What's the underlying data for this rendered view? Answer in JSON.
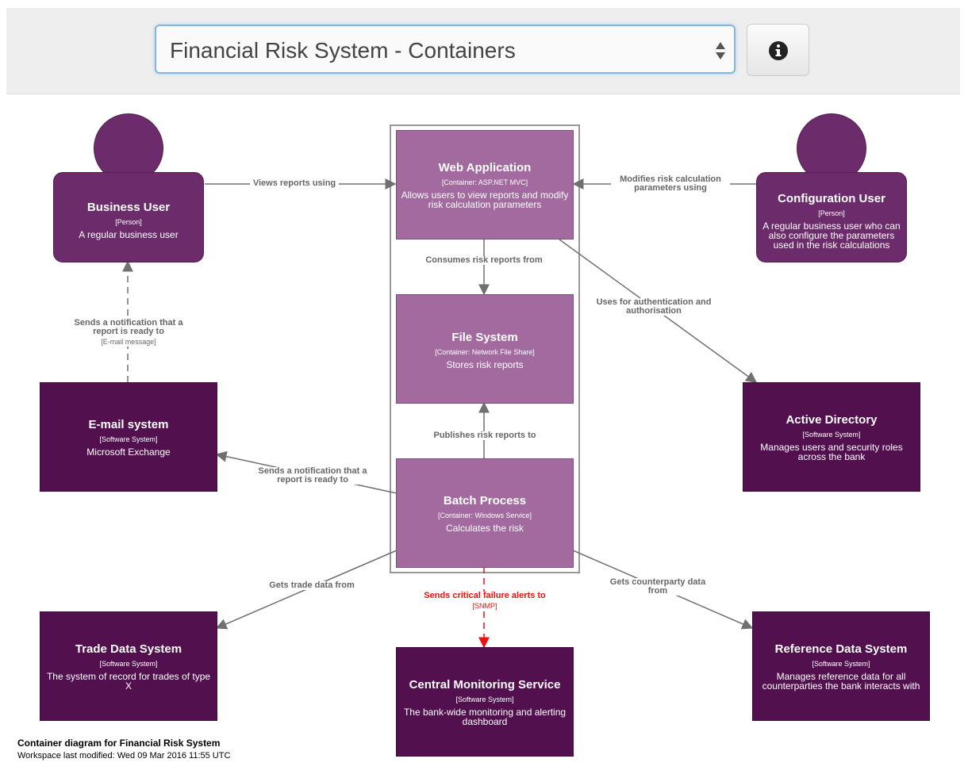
{
  "toolbar": {
    "selected_view": "Financial Risk System - Containers",
    "info_icon": "info-circle-icon",
    "select_icon": "up-down-arrows-icon"
  },
  "colors": {
    "person": "#6c2b6a",
    "container": "#a36a9f",
    "software_system": "#52104f",
    "relationship": "#707070",
    "alert_relationship": "#ee1111"
  },
  "elements": {
    "business_user": {
      "name": "Business User",
      "type": "[Person]",
      "description": "A regular business user"
    },
    "configuration_user": {
      "name": "Configuration User",
      "type": "[Person]",
      "description": "A regular business user who can also configure the parameters used in the risk calculations"
    },
    "web_application": {
      "name": "Web Application",
      "type": "[Container: ASP.NET MVC]",
      "description": "Allows users to view reports and modify risk calculation parameters"
    },
    "file_system": {
      "name": "File System",
      "type": "[Container: Network File Share]",
      "description": "Stores risk reports"
    },
    "batch_process": {
      "name": "Batch Process",
      "type": "[Container: Windows Service]",
      "description": "Calculates the risk"
    },
    "email_system": {
      "name": "E-mail system",
      "type": "[Software System]",
      "description": "Microsoft Exchange"
    },
    "active_directory": {
      "name": "Active Directory",
      "type": "[Software System]",
      "description": "Manages users and security roles across the bank"
    },
    "trade_data_system": {
      "name": "Trade Data System",
      "type": "[Software System]",
      "description": "The system of record for trades of type X"
    },
    "central_monitoring": {
      "name": "Central Monitoring Service",
      "type": "[Software System]",
      "description": "The bank-wide monitoring and alerting dashboard"
    },
    "reference_data_system": {
      "name": "Reference Data System",
      "type": "[Software System]",
      "description": "Manages reference data for all counterparties the bank interacts with"
    }
  },
  "relationships": {
    "views_reports": {
      "description": "Views reports using"
    },
    "modifies_params": {
      "description": "Modifies risk calculation parameters using"
    },
    "consumes_reports": {
      "description": "Consumes risk reports from"
    },
    "uses_auth": {
      "description": "Uses for authentication and authorisation"
    },
    "notify_user": {
      "description": "Sends a notification that a report is ready to",
      "technology": "[E-mail message]"
    },
    "publishes_reports": {
      "description": "Publishes risk reports to"
    },
    "batch_notify": {
      "description": "Sends a notification that a report is ready to"
    },
    "gets_trade": {
      "description": "Gets trade data from"
    },
    "critical_alerts": {
      "description": "Sends critical failure alerts to",
      "technology": "[SNMP]"
    },
    "counterparty": {
      "description": "Gets counterparty data from"
    }
  },
  "caption": {
    "title": "Container diagram for Financial Risk System",
    "modified": "Workspace last modified: Wed 09 Mar 2016 11:55 UTC"
  }
}
